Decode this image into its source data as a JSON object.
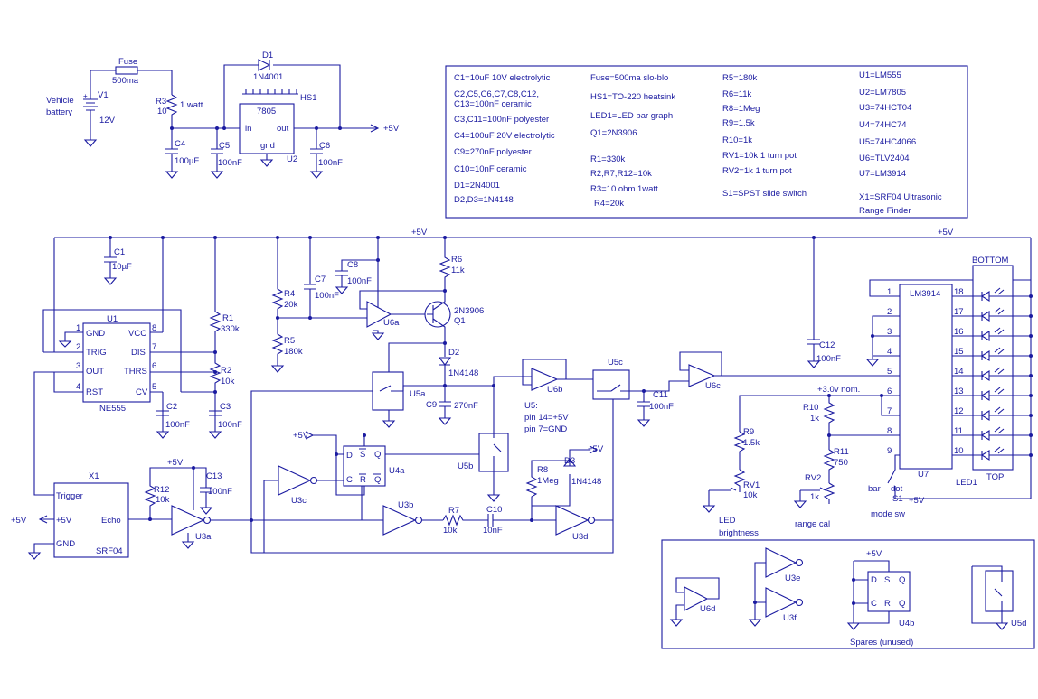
{
  "bom": {
    "col1": [
      "C1=10uF 10V electrolytic",
      "C2,C5,C6,C7,C8,C12,",
      "C13=100nF ceramic",
      "C3,C11=100nF polyester",
      "C4=100uF 20V electrolytic",
      "C9=270nF polyester",
      "C10=10nF ceramic",
      "D1=2N4001",
      "D2,D3=1N4148"
    ],
    "col2": [
      "Fuse=500ma slo-blo",
      "HS1=TO-220 heatsink",
      "LED1=LED bar graph",
      "Q1=2N3906",
      "R1=330k",
      "R2,R7,R12=10k",
      "R3=10 ohm 1watt",
      "R4=20k"
    ],
    "col3": [
      "R5=180k",
      "R6=11k",
      "R8=1Meg",
      "R9=1.5k",
      "R10=1k",
      "RV1=10k 1 turn pot",
      "RV2=1k 1 turn pot",
      "S1=SPST slide switch"
    ],
    "col4": [
      "U1=LM555",
      "U2=LM7805",
      "U3=74HCT04",
      "U4=74HC74",
      "U5=74HC4066",
      "U6=TLV2404",
      "U7=LM3914",
      "X1=SRF04 Ultrasonic",
      "Range Finder"
    ]
  },
  "power": {
    "fuse": "Fuse",
    "fuse_val": "500ma",
    "d1": "D1",
    "d1_val": "1N4001",
    "hs1": "HS1",
    "reg": "7805",
    "reg_in": "in",
    "reg_out": "out",
    "reg_gnd": "gnd",
    "u2": "U2",
    "r3": "R3",
    "r3_val": "10",
    "r3_watt": "1 watt",
    "v1": "V1",
    "v1_val": "12V",
    "batt1": "Vehicle",
    "batt2": "battery",
    "c4": "C4",
    "c4_val": "100µF",
    "c5": "C5",
    "c5_val": "100nF",
    "c6": "C6",
    "c6_val": "100nF",
    "plus5v": "+5V"
  },
  "timer": {
    "u1": "U1",
    "name": "NE555",
    "gnd": "GND",
    "trig": "TRIG",
    "out": "OUT",
    "rst": "RST",
    "vcc": "VCC",
    "dis": "DIS",
    "thrs": "THRS",
    "cv": "CV",
    "p1": "1",
    "p2": "2",
    "p3": "3",
    "p4": "4",
    "p5": "5",
    "p6": "6",
    "p7": "7",
    "p8": "8",
    "c1": "C1",
    "c1_val": "10µF",
    "r1": "R1",
    "r1_val": "330k",
    "r2": "R2",
    "r2_val": "10k",
    "c2": "C2",
    "c2_val": "100nF",
    "c3": "C3",
    "c3_val": "100nF"
  },
  "sonar": {
    "x1": "X1",
    "name": "SRF04",
    "trigger": "Trigger",
    "vin": "+5V",
    "echo": "Echo",
    "gnd": "GND",
    "ext5v": "+5V",
    "r12": "R12",
    "r12_val": "10k",
    "c13": "C13",
    "c13_val": "100nF",
    "u3a": "U3a",
    "v5": "+5V"
  },
  "middle": {
    "rail": "+5V",
    "r4": "R4",
    "r4_val": "20k",
    "r5": "R5",
    "r5_val": "180k",
    "c7": "C7",
    "c7_val": "100nF",
    "c8": "C8",
    "c8_val": "100nF",
    "u6a": "U6a",
    "r6": "R6",
    "r6_val": "11k",
    "q1": "Q1",
    "q1_val": "2N3906",
    "d2": "D2",
    "d2_val": "1N4148",
    "c9": "C9",
    "c9_val": "270nF",
    "u5a": "U5a",
    "u5b": "U5b",
    "u6b": "U6b",
    "u5c": "U5c",
    "c11": "C11",
    "c11_val": "100nF",
    "u6c": "U6c",
    "u5_note1": "U5:",
    "u5_note2": "pin 14=+5V",
    "u5_note3": "pin 7=GND",
    "ff_d": "D",
    "ff_s": "S",
    "ff_q": "Q",
    "ff_c": "C",
    "ff_r": "R",
    "ff_qb": "Q",
    "u4a": "U4a",
    "v5a": "+5V",
    "u3c": "U3c",
    "u3b": "U3b",
    "r7": "R7",
    "r7_val": "10k",
    "c10": "C10",
    "c10_val": "10nF",
    "u3d": "U3d",
    "r8": "R8",
    "r8_val": "1Meg",
    "d3": "D3",
    "d3_val": "1N4148",
    "v5b": "+5V"
  },
  "display": {
    "rail": "+5V",
    "c12": "C12",
    "c12_val": "100nF",
    "chip": "LM3914",
    "u7": "U7",
    "left_pins": [
      "1",
      "2",
      "3",
      "4",
      "5",
      "6",
      "7",
      "8",
      "9"
    ],
    "right_pins": [
      "18",
      "17",
      "16",
      "15",
      "14",
      "13",
      "12",
      "11",
      "10"
    ],
    "bottom": "BOTTOM",
    "top": "TOP",
    "led1": "LED1",
    "vnom": "+3.0v nom.",
    "r9": "R9",
    "r9_val": "1.5k",
    "rv1": "RV1",
    "rv1_val": "10k",
    "led_b1": "LED",
    "led_b2": "brightness",
    "r10": "R10",
    "r10_val": "1k",
    "r11": "R11",
    "r11_val": "750",
    "rv2": "RV2",
    "rv2_val": "1k",
    "range_cal": "range cal",
    "bar": "bar",
    "dot": "dot",
    "s1": "S1",
    "s1_5v": "+5V",
    "mode_sw": "mode sw"
  },
  "spares": {
    "title": "Spares (unused)",
    "u6d": "U6d",
    "u3e": "U3e",
    "u3f": "U3f",
    "u4b": "U4b",
    "u5d": "U5d",
    "v5": "+5V",
    "d": "D",
    "s": "S",
    "q": "Q",
    "c": "C",
    "r": "R",
    "qb": "Q"
  }
}
